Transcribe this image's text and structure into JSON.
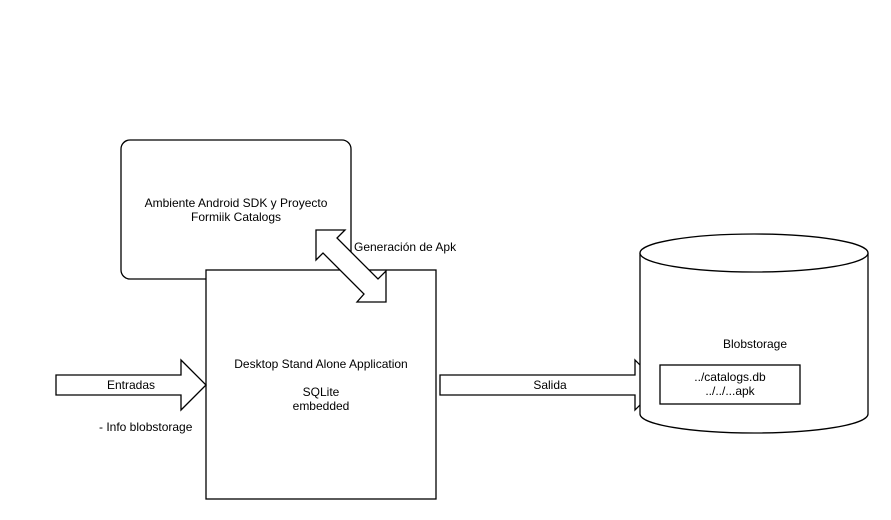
{
  "diagram": {
    "android_box_label": "Ambiente Android SDK y Proyecto\nFormiik Catalogs",
    "desktop_app_title": "Desktop Stand Alone Application",
    "desktop_app_detail": "SQLite\nembedded",
    "apk_arrow_label": "Generación de Apk",
    "input_arrow_label": "Entradas",
    "input_note": "- Info blobstorage",
    "output_arrow_label": "Salida",
    "storage_label": "Blobstorage",
    "storage_file_1": "../catalogs.db",
    "storage_file_2": "../../...apk"
  },
  "colors": {
    "stroke": "#000000",
    "fill": "#ffffff"
  }
}
